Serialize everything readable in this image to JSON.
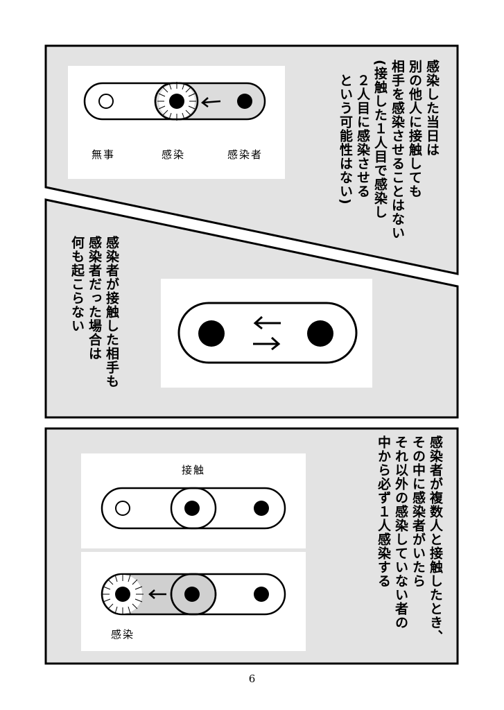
{
  "panel1": {
    "text": "感染した当日は\n別の他人に接触しても\n相手を感染させることはない\n(接触した１人目で感染し\n　２人目に感染させる\n　という可能性はない)",
    "labels": {
      "safe": "無事",
      "infected": "感染",
      "carrier": "感染者"
    }
  },
  "panel2": {
    "text": "感染者が接触した相手も\n感染者だった場合は\n何も起こらない"
  },
  "panel3": {
    "text": "感染者が複数人と接触したとき、\nその中に感染者がいたら\nそれ以外の感染していない者の\n中から必ず１人感染する",
    "labels": {
      "contact": "接触",
      "infected": "感染"
    }
  },
  "page_number": "6"
}
